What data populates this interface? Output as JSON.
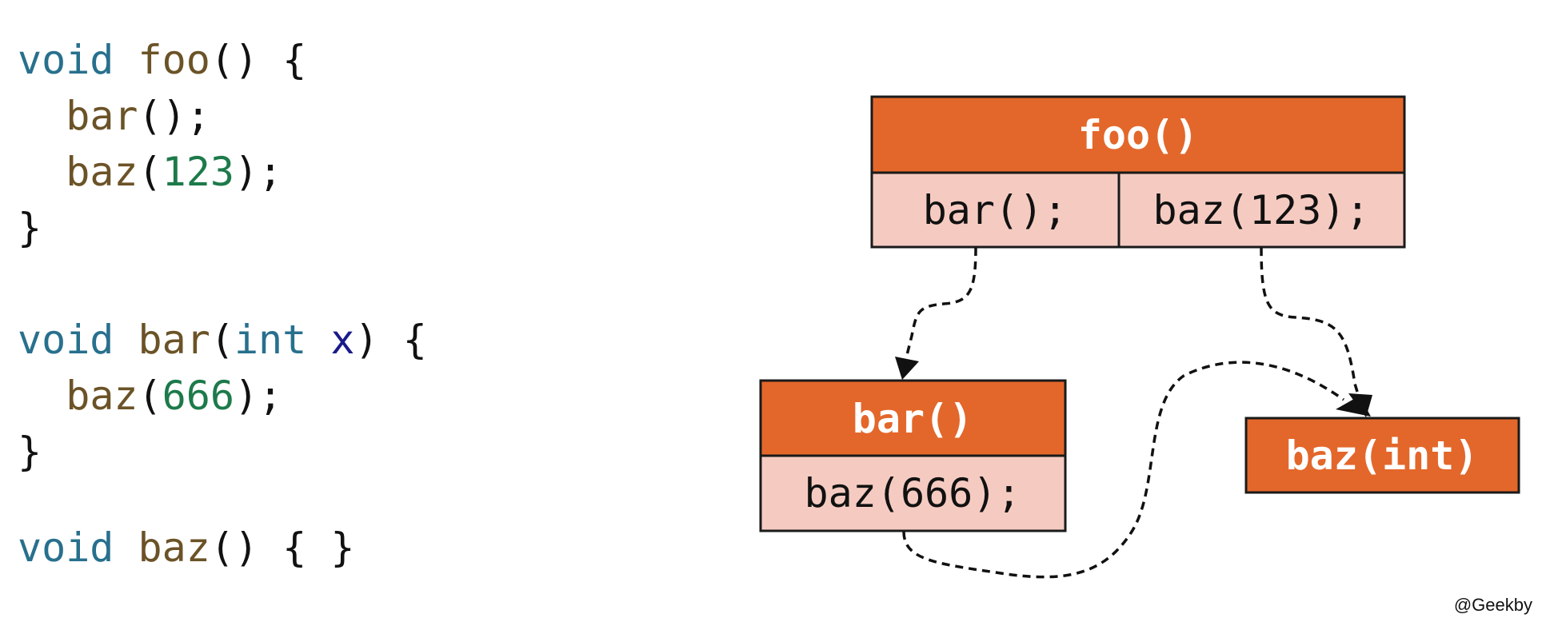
{
  "code": {
    "foo": {
      "kw_void": "void",
      "name": "foo",
      "sig_rest": "() {",
      "call1_name": "bar",
      "call1_rest": "();",
      "call2_name": "baz",
      "call2_open": "(",
      "call2_arg": "123",
      "call2_close": ");",
      "close": "}"
    },
    "bar": {
      "kw_void": "void",
      "name": "bar",
      "open_paren": "(",
      "kw_int": "int",
      "param": "x",
      "sig_rest": ") {",
      "call_name": "baz",
      "call_open": "(",
      "call_arg": "666",
      "call_close": ");",
      "close": "}"
    },
    "baz": {
      "kw_void": "void",
      "name": "baz",
      "sig_rest": "() { }"
    }
  },
  "diagram": {
    "foo_node": {
      "title": "foo()",
      "cells": [
        "bar();",
        "baz(123);"
      ]
    },
    "bar_node": {
      "title": "bar()",
      "cells": [
        "baz(666);"
      ]
    },
    "baz_node": {
      "title": "baz(int)"
    },
    "edges": [
      {
        "from": "foo_node.bar();",
        "to": "bar_node",
        "style": "dashed"
      },
      {
        "from": "foo_node.baz(123);",
        "to": "baz_node",
        "style": "dashed"
      },
      {
        "from": "bar_node.baz(666);",
        "to": "baz_node",
        "style": "dashed"
      }
    ],
    "colors": {
      "header": "#e3672a",
      "cell": "#f5cbc1",
      "header_text": "#ffffff",
      "keyword": "#28708d",
      "function_name": "#6b5327",
      "number": "#1d7a4a",
      "parameter": "#1a1a8a"
    }
  },
  "watermark": "@Geekby"
}
